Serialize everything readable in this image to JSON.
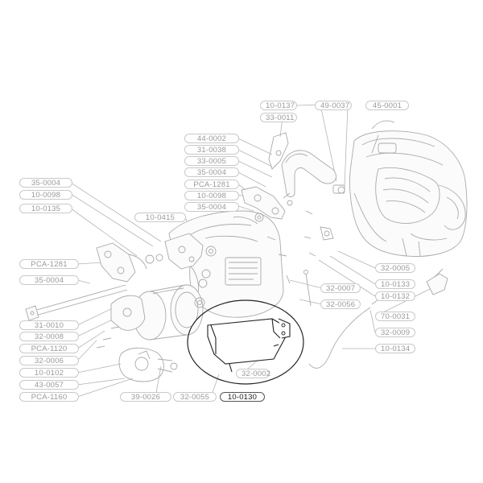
{
  "labels": {
    "l_10_0137": "10-0137",
    "l_49_0037": "49-0037",
    "l_45_0001": "45-0001",
    "l_33_0011": "33-0011",
    "l_44_0002": "44-0002",
    "l_31_0038": "31-0038",
    "l_33_0005": "33-0005",
    "l_35_0004_a": "35-0004",
    "l_pca_1281_a": "PCA-1281",
    "l_10_0098_a": "10-0098",
    "l_35_0004_b": "35-0004",
    "l_35_0004_c": "35-0004",
    "l_10_0098_b": "10-0098",
    "l_10_0135": "10-0135",
    "l_10_0415": "10-0415",
    "l_pca_1281_b": "PCA-1281",
    "l_35_0004_d": "35-0004",
    "l_32_0005": "32-0005",
    "l_10_0133": "10-0133",
    "l_10_0132": "10-0132",
    "l_32_0007": "32-0007",
    "l_32_0056": "32-0056",
    "l_70_0031": "70-0031",
    "l_31_0010": "31-0010",
    "l_32_0008": "32-0008",
    "l_pca_1120": "PCA-1120",
    "l_32_0006": "32-0006",
    "l_10_0102": "10-0102",
    "l_43_0057": "43-0057",
    "l_pca_1160": "PCA-1160",
    "l_32_0009": "32-0009",
    "l_10_0134": "10-0134",
    "l_39_0026": "39-0026",
    "l_32_0055": "32-0055",
    "l_10_0130": "10-0130",
    "l_32_0002": "32-0002"
  },
  "highlight": {
    "part": "10-0130",
    "color": "#222222"
  },
  "colors": {
    "line": "#aaaaaa",
    "label_text": "#9a9a9a",
    "label_border": "#c9c9c9"
  }
}
